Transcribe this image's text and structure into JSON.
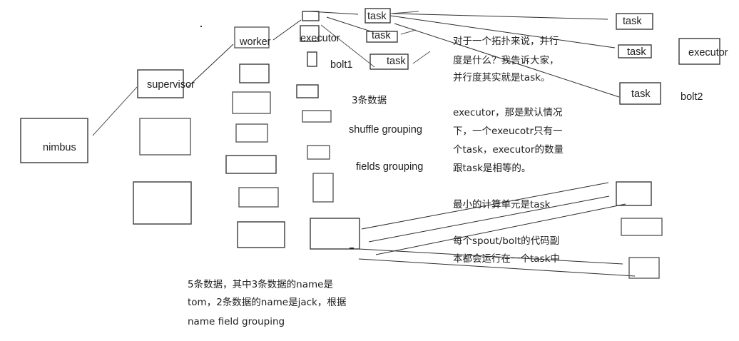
{
  "labels": {
    "nimbus": "nimbus",
    "supervisor": "supervisor",
    "worker": "worker",
    "executor_left": "executor",
    "bolt1": "bolt1",
    "executor_right": "executor",
    "bolt2": "bolt2",
    "tasks": [
      "task",
      "task",
      "task",
      "task",
      "task",
      "task"
    ]
  },
  "annotations": {
    "three_records": "3条数据",
    "shuffle_grouping": "shuffle grouping",
    "fields_grouping": "fields grouping",
    "parallelism": [
      "对于一个拓扑来说，并行",
      "度是什么？我告诉大家，",
      "并行度其实就是task。"
    ],
    "executor_note": [
      "executor，那是默认情况",
      "下，一个exeucotr只有一",
      "个task，executor的数量",
      "跟task是相等的。"
    ],
    "smallest_unit": "最小的计算单元是task",
    "code_copy": [
      "每个spout/bolt的代码副",
      "本都会运行在一个task中"
    ],
    "field_grouping_example": [
      "5条数据，其中3条数据的name是",
      "tom，2条数据的name是jack，根据",
      "name field grouping"
    ]
  }
}
